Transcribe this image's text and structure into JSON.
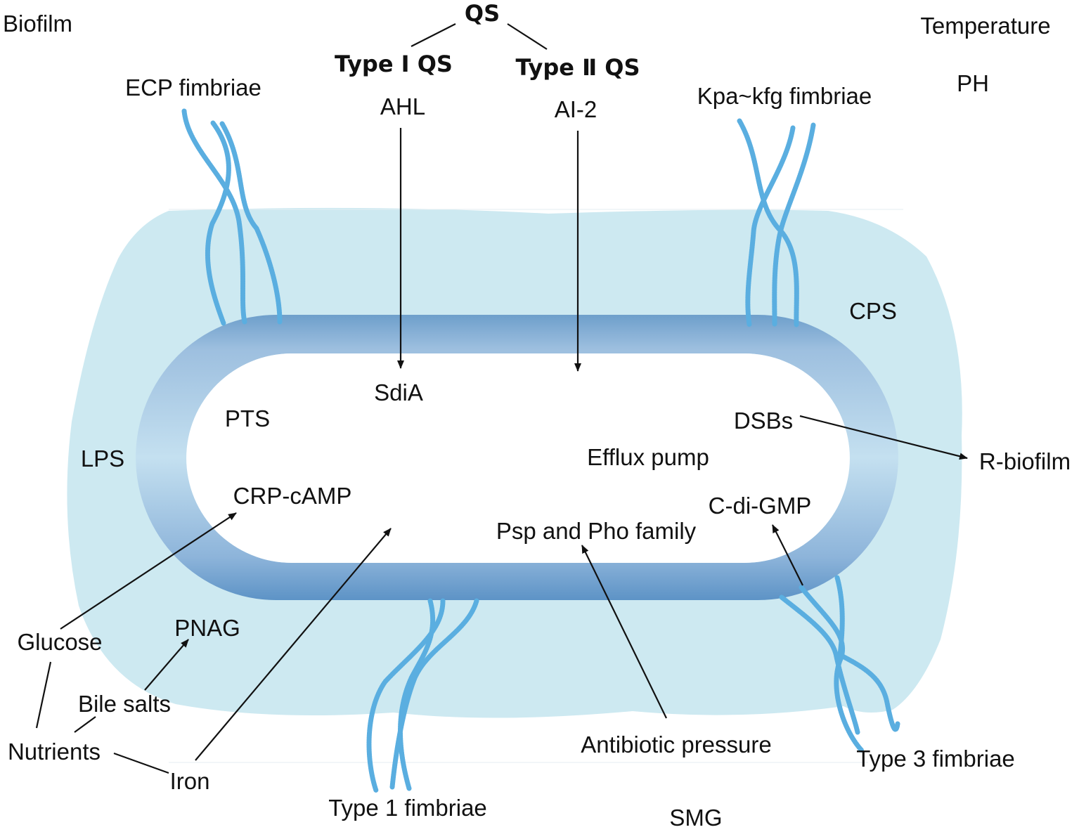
{
  "colors": {
    "capsule": "#cde9f1",
    "membrane_light": "#c4e0f0",
    "membrane_dark": "#5d93c6",
    "fimbriae": "#5aaee0",
    "text": "#111111"
  },
  "labels": {
    "biofilm": "Biofilm",
    "qs": "QS",
    "type1_qs": "Type Ⅰ QS",
    "type2_qs": "Type Ⅱ QS",
    "ahl": "AHL",
    "ai2": "AI-2",
    "temperature": "Temperature",
    "ph": "PH",
    "ecp_fimbriae": "ECP fimbriae",
    "kpa_kfg_fimbriae": "Kpa~kfg fimbriae",
    "cps": "CPS",
    "sdia": "SdiA",
    "pts": "PTS",
    "lps": "LPS",
    "dsbs": "DSBs",
    "r_biofilm": "R-biofilm",
    "efflux_pump": "Efflux pump",
    "crp_camp": "CRP-cAMP",
    "c_di_gmp": "C-di-GMP",
    "psp_pho": "Psp and Pho family",
    "glucose": "Glucose",
    "pnag": "PNAG",
    "bile_salts": "Bile salts",
    "nutrients": "Nutrients",
    "iron": "Iron",
    "antibiotic_pressure": "Antibiotic pressure",
    "type3_fimbriae": "Type 3 fimbriae",
    "type1_fimbriae": "Type 1 fimbriae",
    "smg": "SMG"
  },
  "icons": [
    "arrowhead-icon"
  ]
}
